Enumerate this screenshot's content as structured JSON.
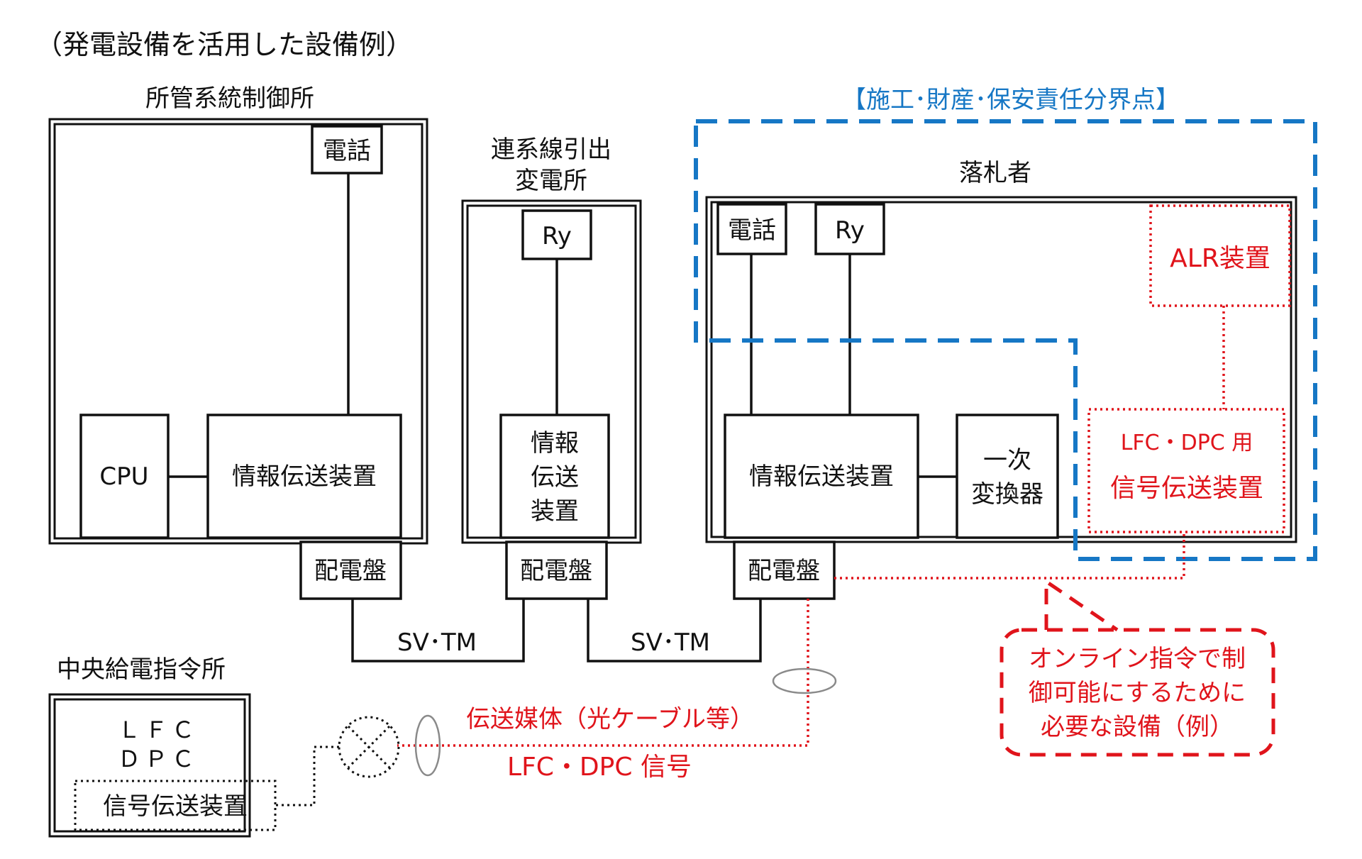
{
  "caption": "（発電設備を活用した設備例）",
  "central_control": {
    "title": "所管系統制御所",
    "telephone": "電話",
    "cpu": "CPU",
    "info_transmission": "情報伝送装置",
    "switchboard": "配電盤"
  },
  "substation": {
    "title_line1": "連系線引出",
    "title_line2": "変電所",
    "relay": "Ry",
    "info_line1": "情報",
    "info_line2": "伝送",
    "info_line3": "装置",
    "switchboard": "配電盤"
  },
  "responsibility_boundary": "【施工･財産･保安責任分界点】",
  "bidder": {
    "title": "落札者",
    "telephone": "電話",
    "relay": "Ry",
    "alr": "ALR装置",
    "info_transmission": "情報伝送装置",
    "converter_line1": "一次",
    "converter_line2": "変換器",
    "signal_label": "LFC・DPC 用",
    "signal_transmission": "信号伝送装置",
    "switchboard": "配電盤"
  },
  "links": {
    "sv_tm_left": "SV･TM",
    "sv_tm_right": "SV･TM"
  },
  "dispatch_center": {
    "title": "中央給電指令所",
    "lfc": "ＬＦＣ",
    "dpc": "ＤＰＣ",
    "signal_transmission": "信号伝送装置"
  },
  "medium": {
    "label": "伝送媒体（光ケーブル等）",
    "signal": "LFC・DPC 信号"
  },
  "callout": {
    "line1": "オンライン指令で制",
    "line2": "御可能にするために",
    "line3": "必要な設備（例）"
  },
  "colors": {
    "red": "#e0141b",
    "blue": "#1677c5",
    "black": "#111111"
  }
}
